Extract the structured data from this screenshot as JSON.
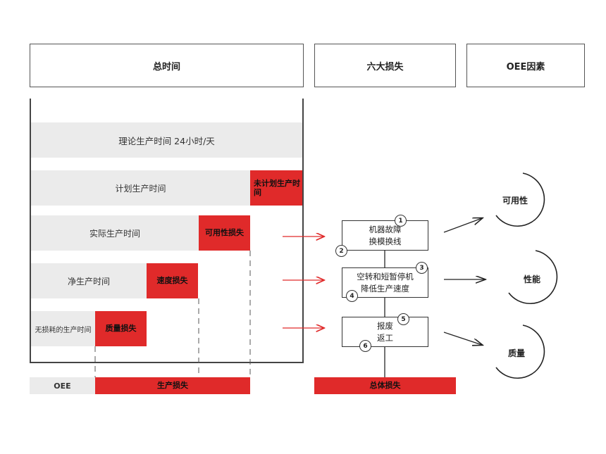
{
  "headers": {
    "total_time": "总时间",
    "six_losses": "六大损失",
    "oee_factors": "OEE因素"
  },
  "time_bars": {
    "theoretical": "理论生产时间 24小时/天",
    "planned": "计划生产时间",
    "unplanned": "未计划生产时间",
    "actual": "实际生产时间",
    "availability_loss": "可用性损失",
    "net": "净生产时间",
    "speed_loss": "速度损失",
    "lossless": "无损耗的生产时间",
    "quality_loss": "质量损失"
  },
  "footer": {
    "oee": "OEE",
    "production_loss": "生产损失",
    "total_loss": "总体损失"
  },
  "losses": [
    {
      "line1": "机器故障",
      "line2": "换模换线",
      "n1": "1",
      "n2": "2"
    },
    {
      "line1": "空转和短暂停机",
      "line2": "降低生产速度",
      "n1": "3",
      "n2": "4"
    },
    {
      "line1": "报废",
      "line2": "返工",
      "n1": "5",
      "n2": "6"
    }
  ],
  "factors": {
    "availability": "可用性",
    "performance": "性能",
    "quality": "质量"
  },
  "colors": {
    "accent_red": "#e02a2a",
    "bar_gray": "#ebebeb"
  }
}
